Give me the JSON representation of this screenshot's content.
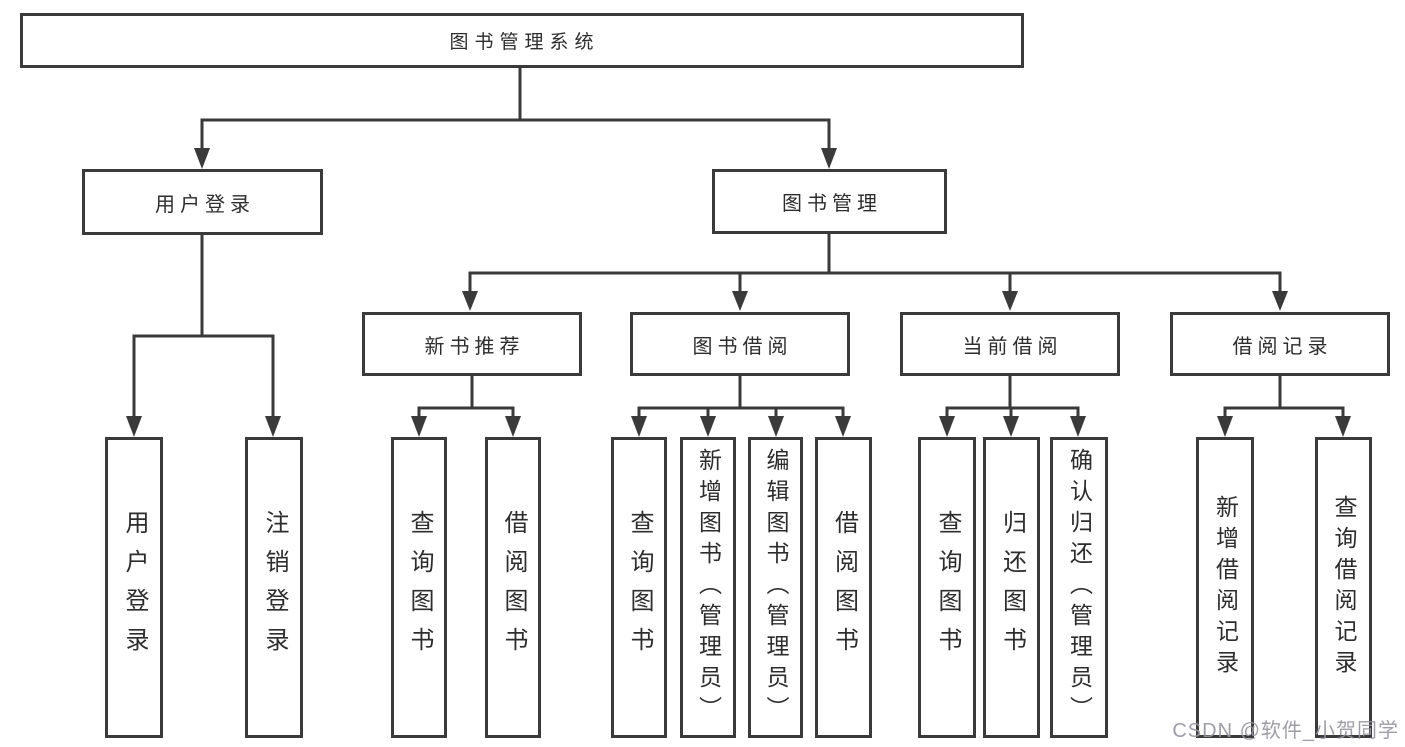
{
  "tree": {
    "root": "图书管理系统",
    "branches": [
      {
        "label": "用户登录",
        "children": [
          "用户登录",
          "注销登录"
        ]
      },
      {
        "label": "图书管理",
        "groups": [
          {
            "label": "新书推荐",
            "children": [
              "查询图书",
              "借阅图书"
            ]
          },
          {
            "label": "图书借阅",
            "children": [
              "查询图书",
              "新增图书（管理员）",
              "编辑图书（管理员）",
              "借阅图书"
            ]
          },
          {
            "label": "当前借阅",
            "children": [
              "查询图书",
              "归还图书",
              "确认归还（管理员）"
            ]
          },
          {
            "label": "借阅记录",
            "children": [
              "新增借阅记录",
              "查询借阅记录"
            ]
          }
        ]
      }
    ]
  },
  "watermark": {
    "text": "CSDN @软件_小贺同学",
    "color": "#9696a0"
  },
  "colors": {
    "line": "#3a3a3a",
    "text": "#2d2d2d",
    "background": "#ffffff"
  }
}
